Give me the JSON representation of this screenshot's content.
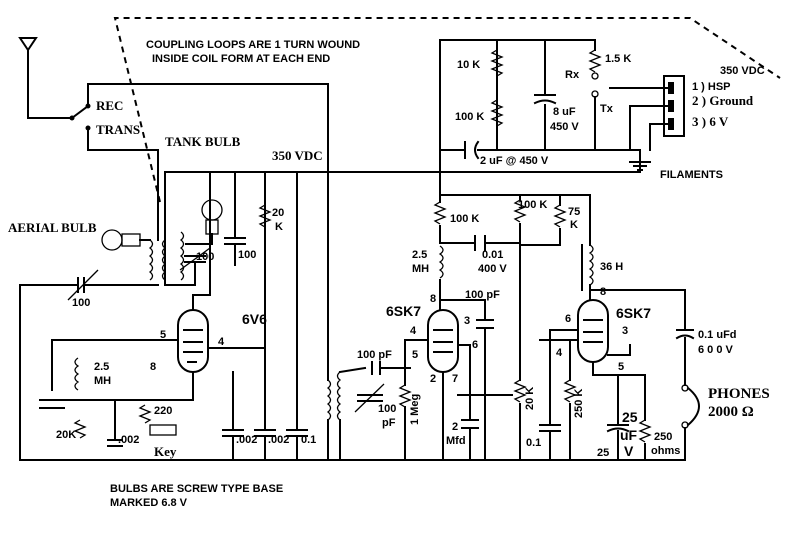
{
  "notes": {
    "coupling_line1": "COUPLING LOOPS ARE 1 TURN WOUND",
    "coupling_line2": "INSIDE COIL FORM AT EACH END",
    "bulbs_line1": "BULBS ARE SCREW TYPE BASE",
    "bulbs_line2": "MARKED 6.8 V"
  },
  "switch": {
    "rec": "REC",
    "trans": "TRANS"
  },
  "bulbs": {
    "tank": "TANK BULB",
    "aerial": "AERIAL BULB"
  },
  "supply": {
    "hv_left": "350 VDC",
    "hv_right": "350 VDC"
  },
  "power_plug": {
    "pin1": "1 ) HSP",
    "pin2": "2 )  Ground",
    "pin3": "3 )    6  V",
    "filaments": "FILAMENTS",
    "rx": "Rx",
    "tx": "Tx"
  },
  "tubes": {
    "v1": "6V6",
    "v2": "6SK7",
    "v3": "6SK7"
  },
  "pins": {
    "v1_5": "5",
    "v1_4": "4",
    "v1_8": "8",
    "v2_8": "8",
    "v2_3": "3",
    "v2_4": "4",
    "v2_5": "5",
    "v2_6": "6",
    "v2_2": "2",
    "v2_7": "7",
    "v3_8": "8",
    "v3_6": "6",
    "v3_3": "3",
    "v3_4": "4",
    "v3_5": "5"
  },
  "components": {
    "r_10k": "10 K",
    "r_100k_top": "100 K",
    "r_1_5k": "1.5 K",
    "c_8uf": "8 uF",
    "c_8uf_v": "450 V",
    "c_2uf": "2 uF  @  450 V",
    "r_100k_a": "100 K",
    "r_100k_b": "100 K",
    "r_75k_a": "75",
    "r_75k_b": "K",
    "l_36h": "36 H",
    "l_25mh_a": "2.5",
    "l_25mh_b": "MH",
    "c_001": "0.01",
    "c_001_v": "400 V",
    "c_100pf_a": "100 pF",
    "c_100pf_b": "100 pF",
    "c_100pf_var_a": "100",
    "c_100pf_var_b": "pF",
    "r_1meg": "1 Meg",
    "c_2mfd_a": "2",
    "c_2mfd_b": "Mfd",
    "r_20k_pot": "20 K",
    "c_01_a": "0.1",
    "r_250k": "250 K",
    "c_25uf_a": "25",
    "c_25uf_b": "uF",
    "c_25uf_c": "V",
    "c_25uf_d": "25",
    "r_250": "250",
    "r_250_unit": "ohms",
    "c_01ufd": "0.1 uFd",
    "c_01ufd_v": "6 0 0  V",
    "phones_a": "PHONES",
    "phones_b": "2000 Ω",
    "r_20k_top_a": "20",
    "r_20k_top_b": "K",
    "c_100_a": "100",
    "c_100_b": "100",
    "c_100_var": "100",
    "l_25mh_left_a": "2.5",
    "l_25mh_left_b": "MH",
    "r_20k_left": "20K",
    "c_002_a": ".002",
    "r_220": "220",
    "key": "Key",
    "c_002_b": ".002",
    "c_002_c": ".002",
    "c_01_b": "0.1"
  }
}
